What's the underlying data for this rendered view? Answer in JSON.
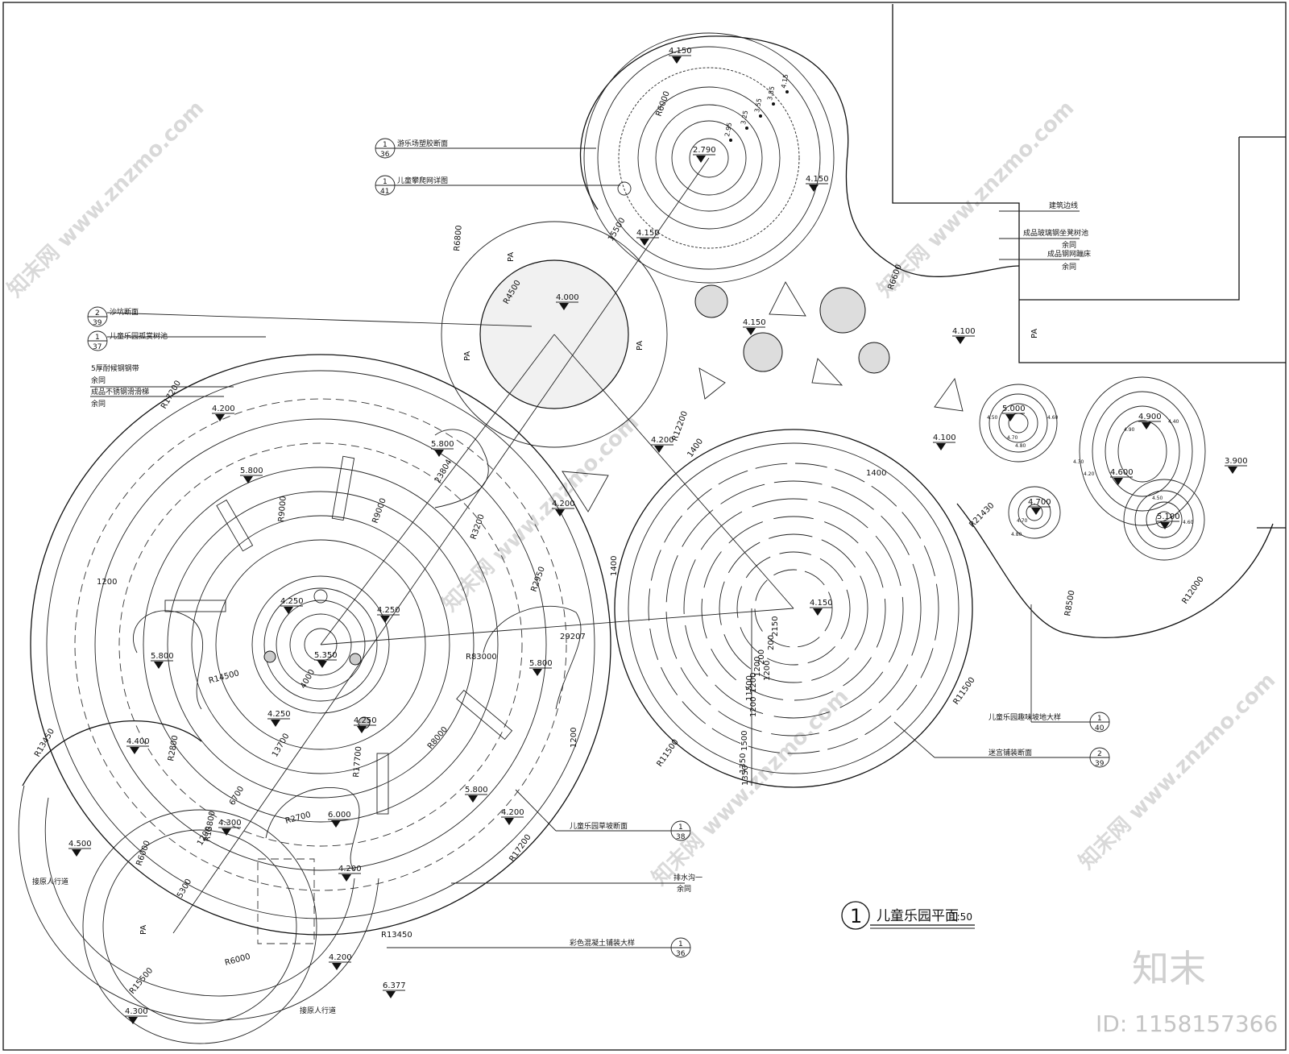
{
  "plan_title": "儿童乐园平面",
  "plan_scale": "1:50",
  "plan_number": "1",
  "brand": {
    "logo_text": "知末",
    "id_text": "ID: 1158157366",
    "watermark": "知末网 www.znzmo.com"
  },
  "callouts": [
    {
      "top": "1",
      "bottom": "36",
      "label": "游乐场塑胶断面"
    },
    {
      "top": "1",
      "bottom": "41",
      "label": "儿童攀爬网详图"
    },
    {
      "top": "2",
      "bottom": "39",
      "label": "沙坑断面"
    },
    {
      "top": "1",
      "bottom": "37",
      "label": "儿童乐园孤赏树池"
    },
    {
      "top": "1",
      "bottom": "38",
      "label": "儿童乐园草坡断面"
    },
    {
      "top": "1",
      "bottom": "36",
      "label": "彩色混凝土铺装大样"
    },
    {
      "top": "1",
      "bottom": "40",
      "label": "儿童乐园趣味坡地大样"
    },
    {
      "top": "2",
      "bottom": "39",
      "label": "迷宫铺装断面"
    }
  ],
  "left_notes": [
    "5厚耐候钢钢带",
    "余同",
    "成品不锈钢滑滑梯",
    "余同"
  ],
  "right_notes": [
    "建筑边线",
    "成品玻璃钢坐凳树池",
    "余同",
    "成品钢网蹦床",
    "余同"
  ],
  "bottom_notes": [
    "排水沟一",
    "余同"
  ],
  "path_notes": [
    "接原人行道",
    "接原人行道"
  ],
  "elevations": [
    "4.150",
    "2.790",
    "4.150",
    "4.150",
    "4.000",
    "4.150",
    "4.100",
    "4.200",
    "5.800",
    "5.800",
    "4.200",
    "4.200",
    "4.100",
    "5.000",
    "4.900",
    "4.600",
    "3.900",
    "4.700",
    "5.100",
    "4.250",
    "4.250",
    "5.350",
    "5.800",
    "5.800",
    "4.150",
    "4.250",
    "4.250",
    "4.400",
    "6.000",
    "5.800",
    "4.200",
    "4.500",
    "4.300",
    "4.200",
    "4.200",
    "6.377",
    "4.300"
  ],
  "contour_labels": [
    "2.95",
    "3.25",
    "3.55",
    "3.85",
    "4.15"
  ],
  "radii": [
    "R6000",
    "R6800",
    "R4500",
    "R6600",
    "R17200",
    "R9000",
    "R9000",
    "R3200",
    "R2950",
    "R12200",
    "R83000",
    "R14500",
    "R8000",
    "R2800",
    "R17700",
    "R2700",
    "R15800",
    "R13450",
    "R6000",
    "R13450",
    "R6000",
    "R15500",
    "R17200",
    "R11500",
    "R11500",
    "R21430",
    "R8500",
    "R12000"
  ],
  "dimensions": [
    "15500",
    "23804",
    "1200",
    "1200",
    "29207",
    "4000",
    "13700",
    "6700",
    "1200",
    "5300",
    "1400",
    "1400",
    "1400",
    "2150",
    "200",
    "1200",
    "11500",
    "1350",
    "1500",
    "200",
    "1200",
    "1200",
    "1200",
    "1350"
  ],
  "pa_labels": [
    "PA",
    "PA",
    "PA",
    "PA",
    "PA"
  ],
  "mound_contour_values": [
    "4.50",
    "4.60",
    "4.70",
    "4.80",
    "4.90",
    "4.40",
    "4.30",
    "4.20"
  ]
}
